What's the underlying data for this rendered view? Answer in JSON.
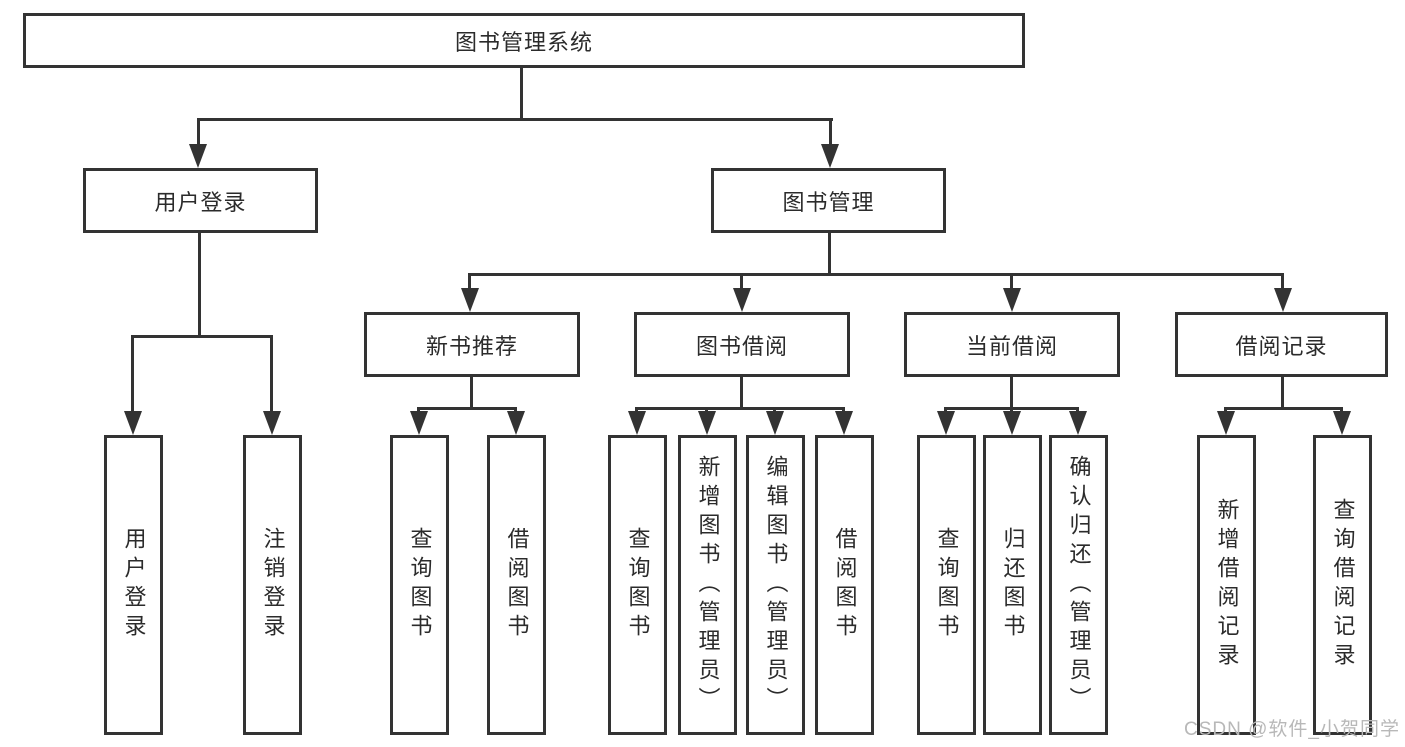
{
  "diagram": {
    "root": {
      "label": "图书管理系统"
    },
    "branches": [
      {
        "label": "用户登录",
        "children": [
          {
            "label": "用户登录"
          },
          {
            "label": "注销登录"
          }
        ]
      },
      {
        "label": "图书管理",
        "children": [
          {
            "label": "新书推荐",
            "children": [
              {
                "label": "查询图书"
              },
              {
                "label": "借阅图书"
              }
            ]
          },
          {
            "label": "图书借阅",
            "children": [
              {
                "label": "查询图书"
              },
              {
                "label": "新增图书（管理员）"
              },
              {
                "label": "编辑图书（管理员）"
              },
              {
                "label": "借阅图书"
              }
            ]
          },
          {
            "label": "当前借阅",
            "children": [
              {
                "label": "查询图书"
              },
              {
                "label": "归还图书"
              },
              {
                "label": "确认归还（管理员）"
              }
            ]
          },
          {
            "label": "借阅记录",
            "children": [
              {
                "label": "新增借阅记录"
              },
              {
                "label": "查询借阅记录"
              }
            ]
          }
        ]
      }
    ]
  },
  "watermark": {
    "text": "CSDN @软件_小贺同学"
  },
  "colors": {
    "line": "#333333",
    "text": "#2b2b2b",
    "watermark": "#b8b8b8",
    "background": "#ffffff"
  }
}
